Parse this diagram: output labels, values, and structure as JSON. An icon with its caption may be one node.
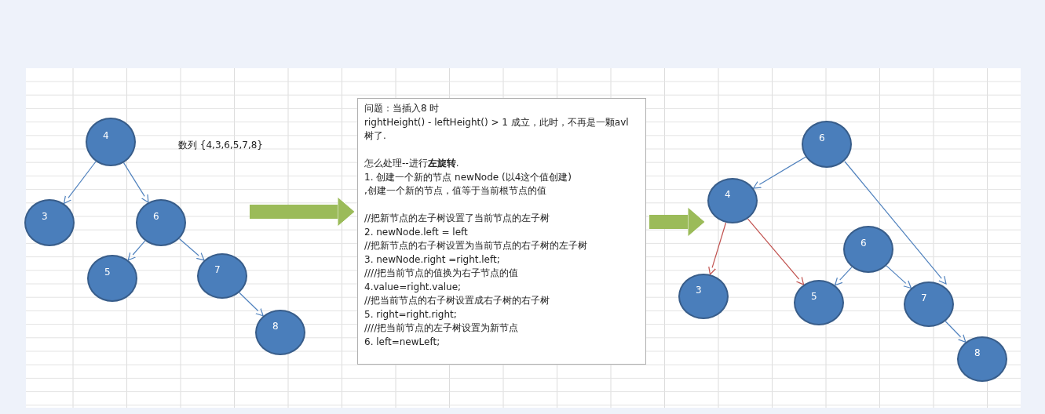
{
  "diagram": {
    "nodes": [
      {
        "text": [
          "4"
        ]
      },
      {
        "text": [
          "3"
        ]
      },
      {
        "text": [
          "6"
        ]
      },
      {
        "text": [
          "5"
        ]
      },
      {
        "text": [
          "7"
        ]
      },
      {
        "text": [
          "8"
        ]
      },
      {
        "text": [
          "问题：当插入8 时",
          "rightHeight() - leftHeight() > 1 成立，此时，不再是一颗avl树了.",
          "怎么处理--进行**左旋转**.",
          "1. 创建一个新的节点 newNode (以4这个值创建)",
          ",创建一个新的节点，值等于当前根节点的值",
          "//把新节点的左子树设置了当前节点的左子树",
          "2. newNode.left = left",
          "//把新节点的右子树设置为当前节点的右子树的左子树",
          "3. newNode.right =right.left;",
          "////把当前节点的值换为右子节点的值",
          "4.value=right.value;",
          "//把当前节点的右子树设置成右子树的右子树",
          "5. right=right.right;",
          "////把当前节点的左子树设置为新节点",
          "6. left=newLeft;"
        ]
      },
      {
        "text": [
          "6"
        ]
      },
      {
        "text": [
          "4"
        ]
      },
      {
        "text": [
          "6"
        ]
      },
      {
        "text": [
          "3"
        ]
      },
      {
        "text": [
          "5"
        ]
      },
      {
        "text": [
          "7"
        ]
      },
      {
        "text": [
          "8"
        ]
      }
    ],
    "edges": [
      {
        "from": 0,
        "to": 1,
        "arrow": "to"
      },
      {
        "from": 0,
        "to": 2,
        "arrow": "to"
      },
      {
        "from": 2,
        "to": 3,
        "arrow": "to"
      },
      {
        "from": 2,
        "to": 4,
        "arrow": "to"
      },
      {
        "from": 4,
        "to": 5,
        "arrow": "to"
      },
      {
        "from": null,
        "to": 6,
        "arrow": "to",
        "style": "thick",
        "color": "#9bbb59"
      },
      {
        "from": 6,
        "to": 8,
        "arrow": "to",
        "style": "thick",
        "color": "#9bbb59"
      },
      {
        "from": 7,
        "to": 8,
        "arrow": "to"
      },
      {
        "from": 7,
        "to": 12,
        "arrow": "to"
      },
      {
        "from": 8,
        "to": 10,
        "arrow": "to",
        "color": "#c0504d"
      },
      {
        "from": 8,
        "to": 11,
        "arrow": "to",
        "color": "#c0504d"
      },
      {
        "from": 9,
        "to": 11,
        "arrow": "to"
      },
      {
        "from": 9,
        "to": 12,
        "arrow": "to"
      },
      {
        "from": 12,
        "to": 13,
        "arrow": "to"
      }
    ],
    "labels": [
      "数列 {4,3,6,5,7,8}"
    ]
  }
}
